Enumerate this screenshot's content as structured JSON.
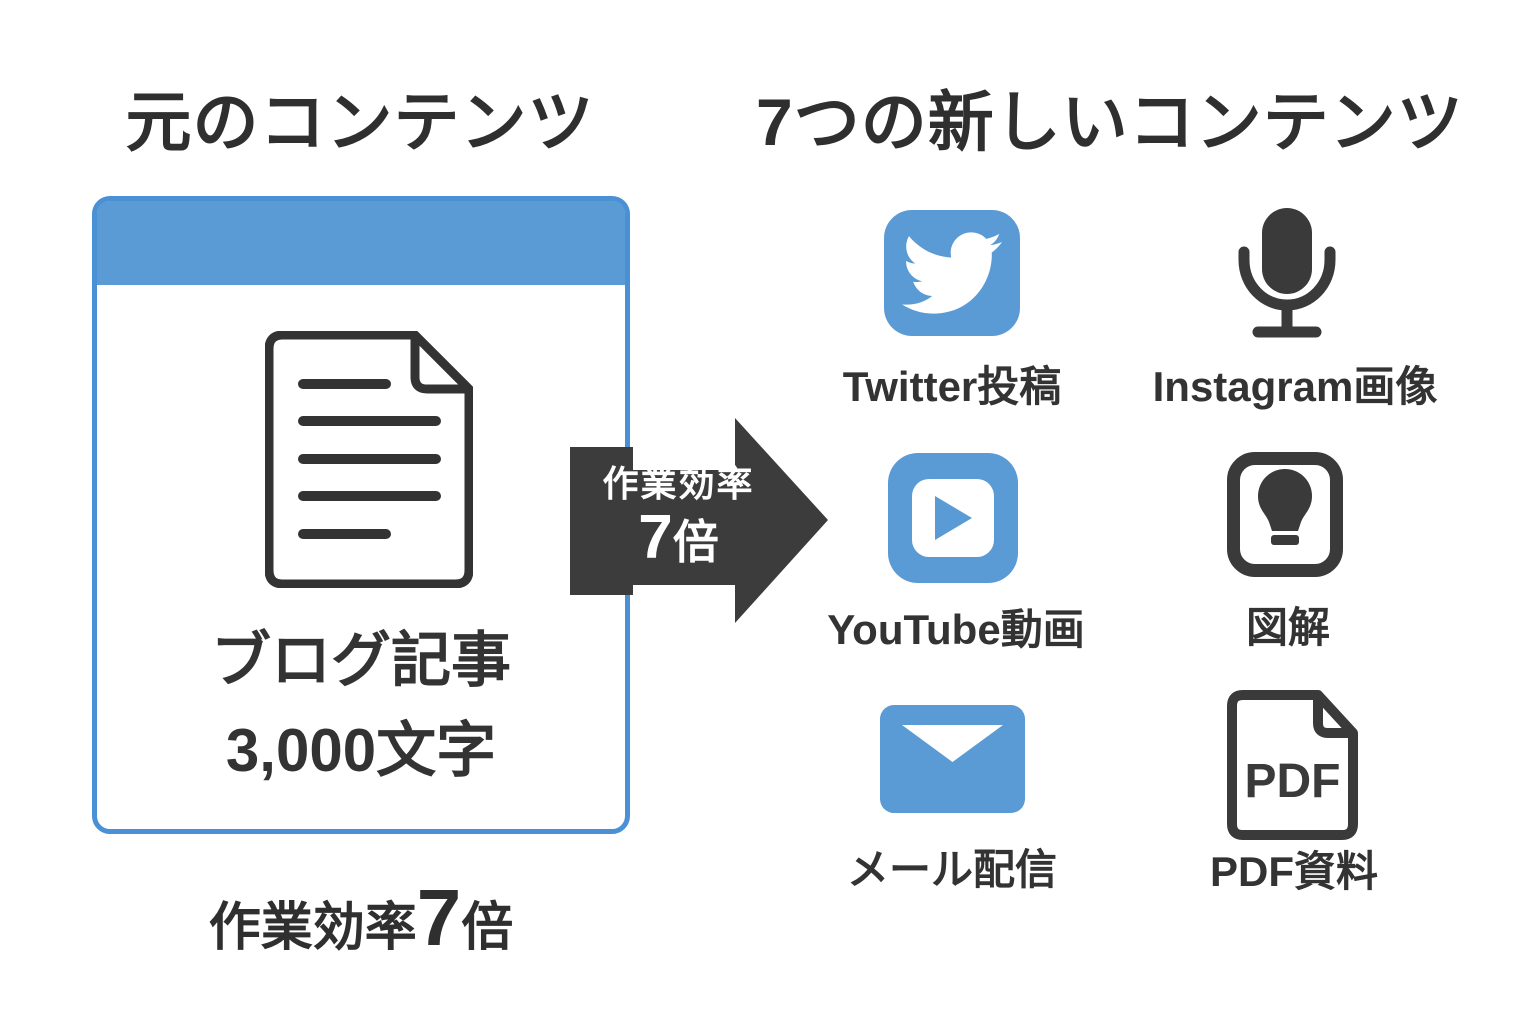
{
  "left": {
    "title": "元のコンテンツ",
    "card_line1": "ブログ記事",
    "card_line2": "3,000文字",
    "caption_prefix": "作業効率",
    "caption_number": "7",
    "caption_suffix": "倍"
  },
  "arrow": {
    "line1": "作業効率",
    "number": "7",
    "suffix": "倍"
  },
  "right": {
    "title": "7つの新しいコンテンツ",
    "items": [
      {
        "label": "Twitter投稿",
        "icon": "twitter-icon"
      },
      {
        "label": "Instagram画像",
        "icon": "microphone-icon"
      },
      {
        "label": "YouTube動画",
        "icon": "play-button-icon"
      },
      {
        "label": "図解",
        "icon": "lightbulb-icon"
      },
      {
        "label": "メール配信",
        "icon": "envelope-icon"
      },
      {
        "label": "PDF資料",
        "icon": "pdf-file-icon",
        "icon_text": "PDF"
      }
    ]
  },
  "colors": {
    "accent_blue": "#5B9BD5",
    "card_border_blue": "#4A90D5",
    "dark_gray": "#3A3A3A",
    "text_dark": "#2F2F2F",
    "white": "#FFFFFF"
  }
}
